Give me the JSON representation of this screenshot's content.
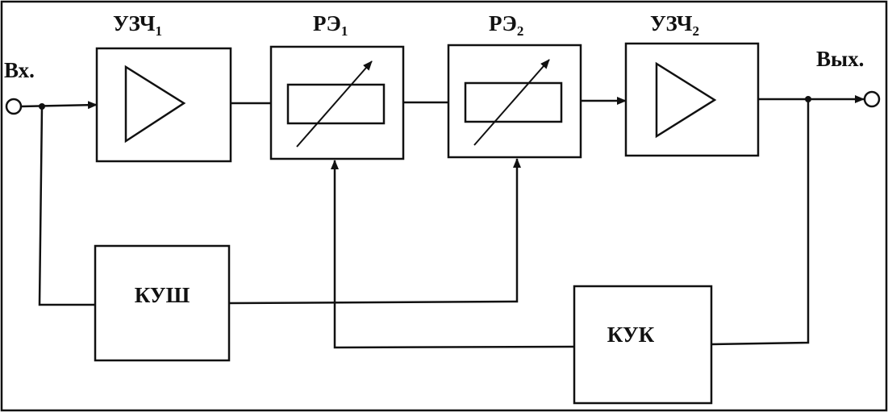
{
  "input_label": "Вх.",
  "output_label": "Вых.",
  "blocks": {
    "uzch1": {
      "main": "УЗЧ",
      "sub": "1"
    },
    "re1": {
      "main": "РЭ",
      "sub": "1"
    },
    "re2": {
      "main": "РЭ",
      "sub": "2"
    },
    "uzch2": {
      "main": "УЗЧ",
      "sub": "2"
    },
    "kush": {
      "label": "КУШ"
    },
    "kuk": {
      "label": "КУК"
    }
  },
  "colors": {
    "ink": "#111111",
    "background": "#ffffff"
  }
}
